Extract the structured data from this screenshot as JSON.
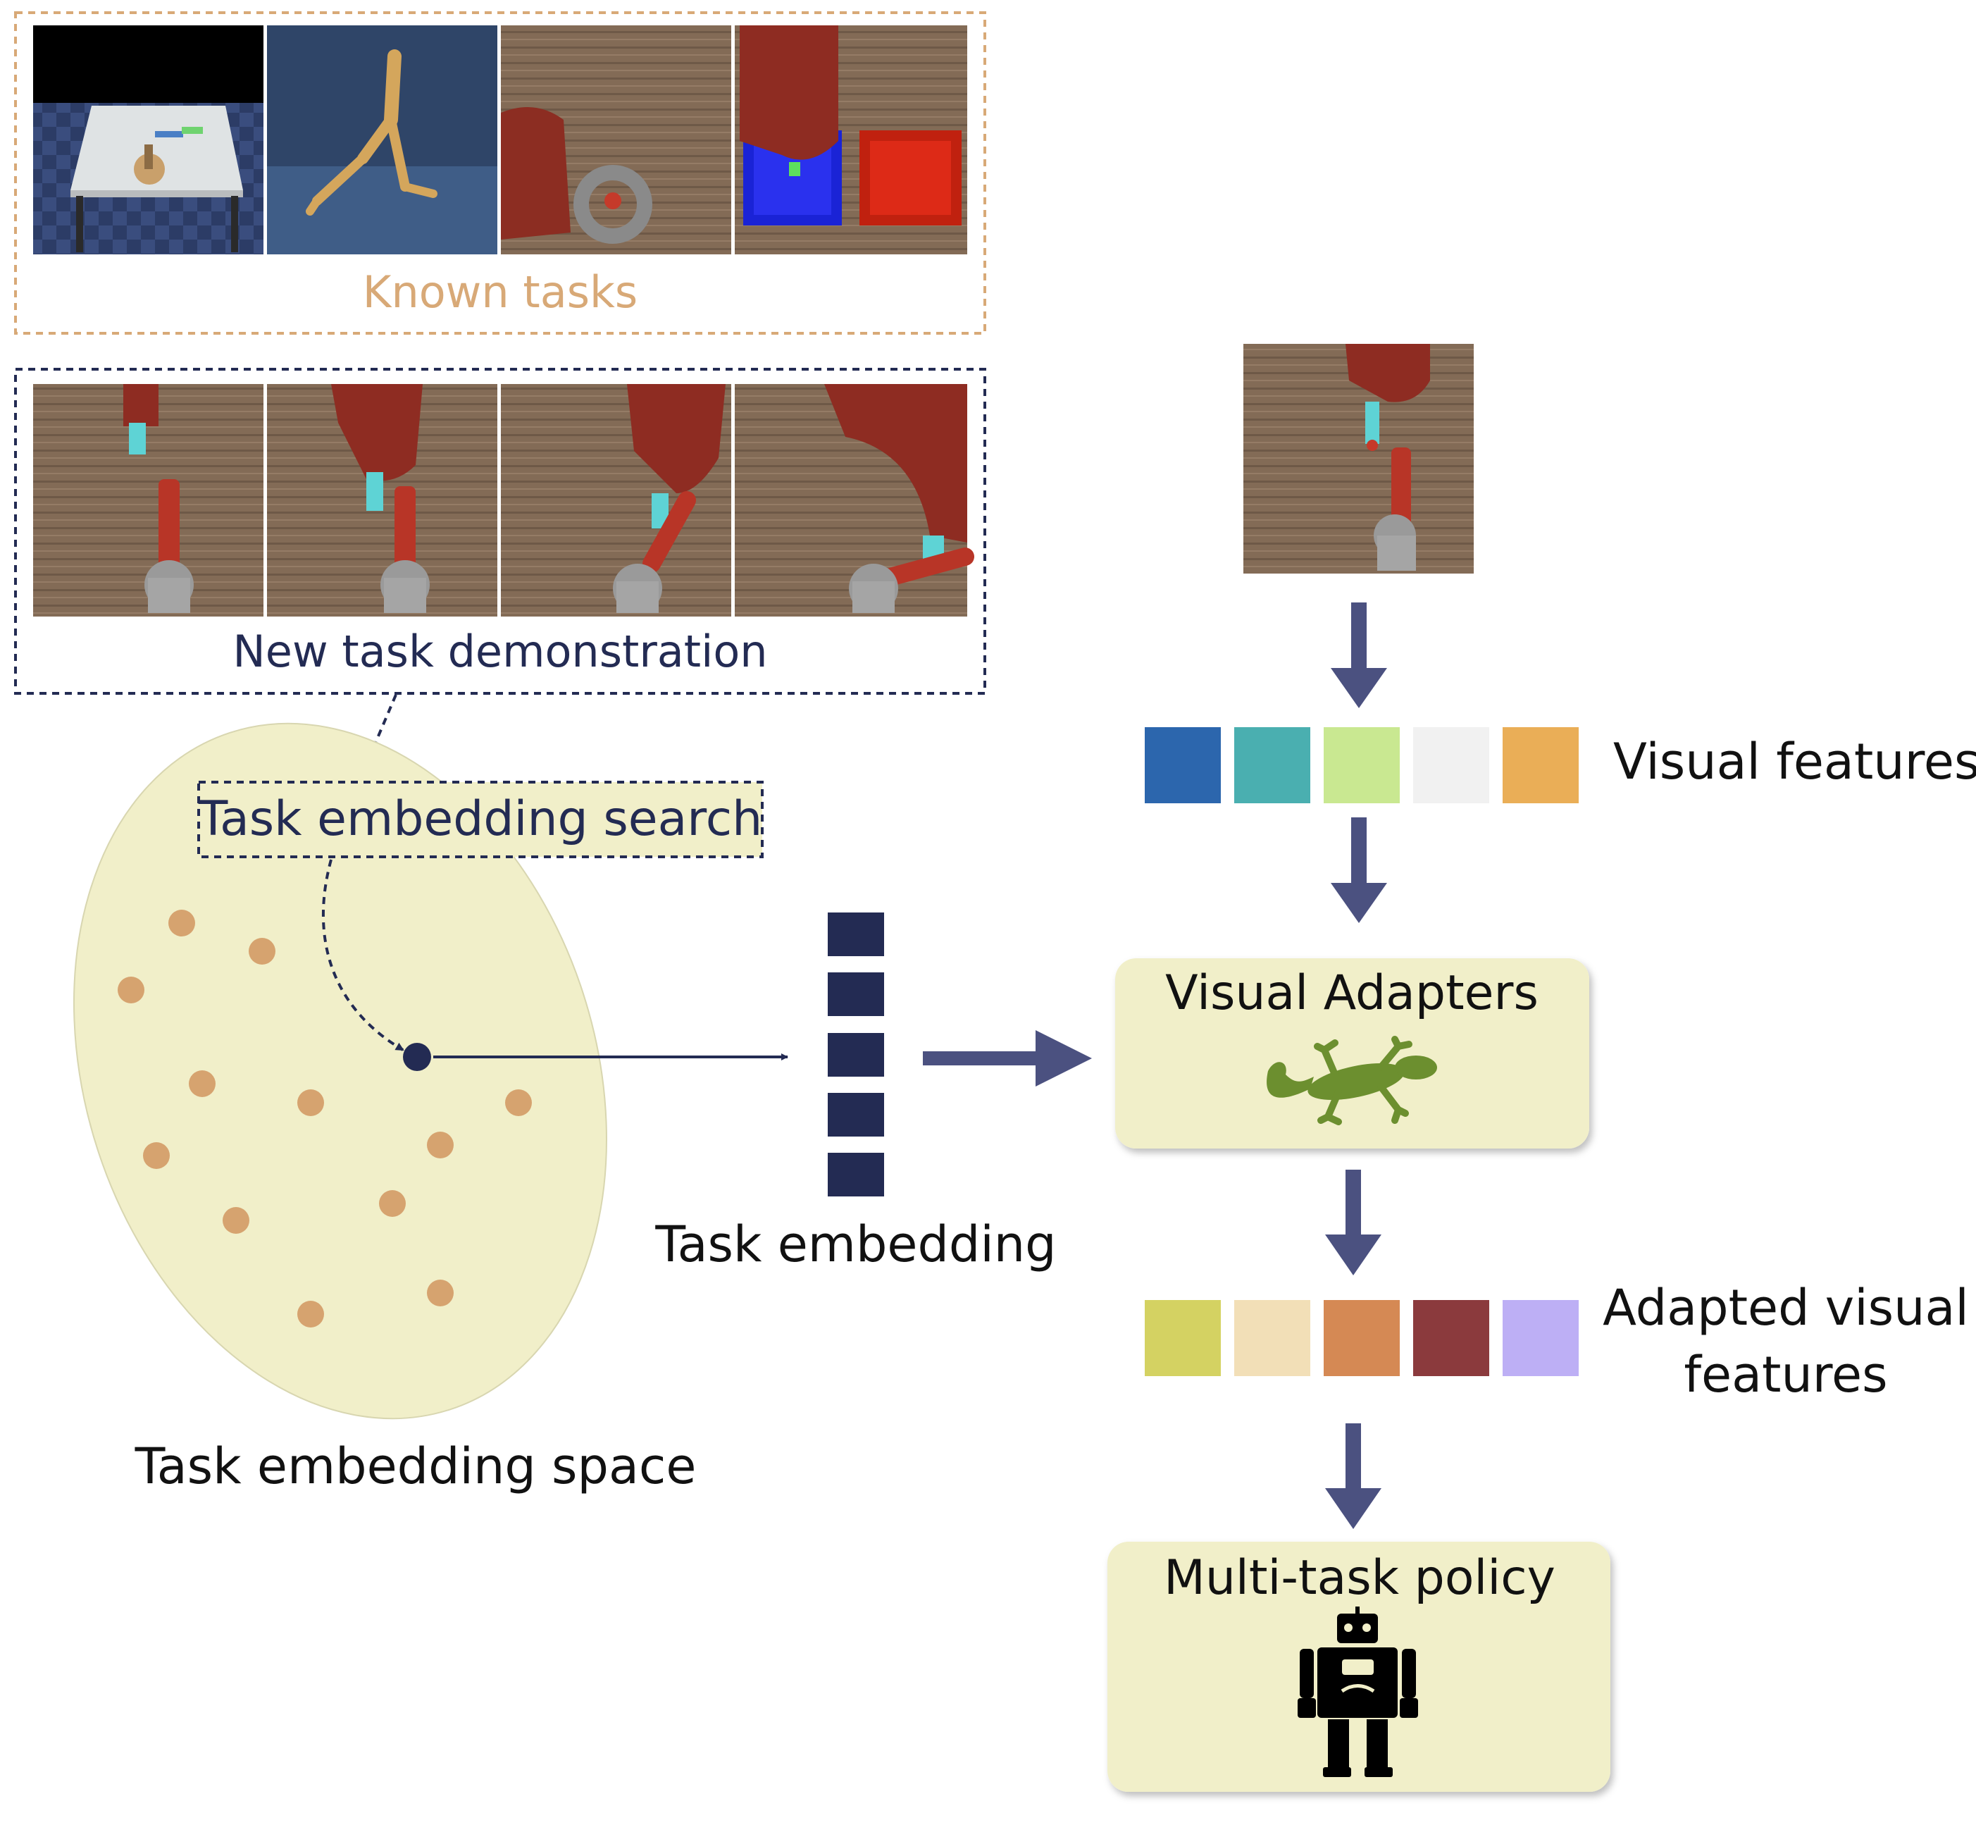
{
  "known_tasks": {
    "label": "Known tasks",
    "color": "#d8a977"
  },
  "new_task": {
    "label": "New task demonstration"
  },
  "search": {
    "label": "Task embedding search"
  },
  "space": {
    "label": "Task embedding space"
  },
  "embedding": {
    "label": "Task embedding"
  },
  "visual_features": {
    "label": "Visual features",
    "colors": [
      "#2c66ad",
      "#4aafb0",
      "#c9e891",
      "#f1f1f1",
      "#eaae57"
    ]
  },
  "adapters": {
    "label": "Visual Adapters",
    "icon": "gecko-icon"
  },
  "adapted_features": {
    "label_line1": "Adapted visual",
    "label_line2": "features",
    "colors": [
      "#d4d262",
      "#f2dfb7",
      "#d58954",
      "#8b3a3d",
      "#bdaff5"
    ]
  },
  "policy": {
    "label": "Multi-task policy",
    "icon": "robot-icon"
  },
  "colors": {
    "navy": "#232b53",
    "arrow": "#4b5180",
    "panel": "#f1efc9",
    "dot": "#d6a36f",
    "ellipse": "#f1efc9"
  }
}
